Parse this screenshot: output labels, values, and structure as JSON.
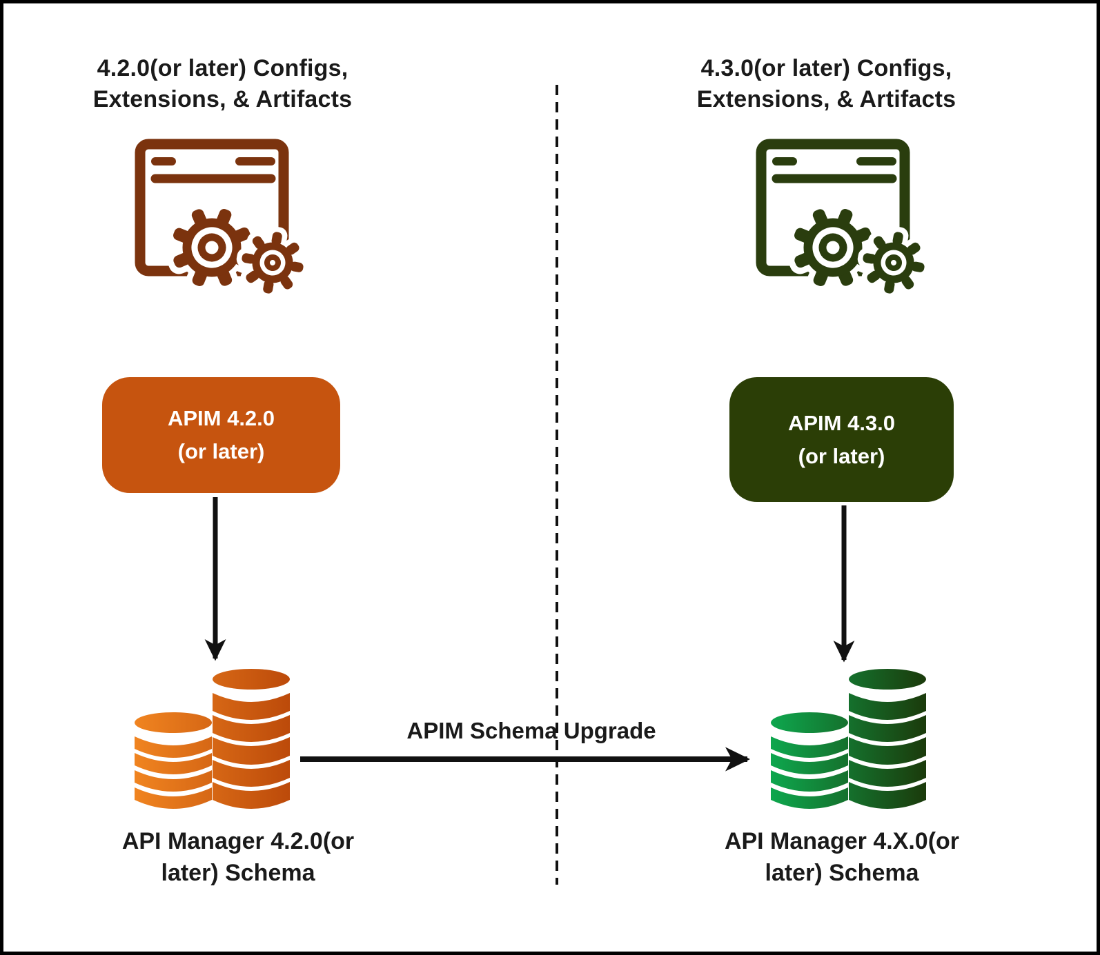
{
  "colors": {
    "left_accent": "#C6540F",
    "left_icon": "#7B330E",
    "left_db_start": "#F08420",
    "left_db_end": "#BC4A0A",
    "right_accent": "#2B3E06",
    "right_icon": "#2A3D0E",
    "right_db_start": "#0EA74E",
    "right_db_end": "#1B3A0B",
    "arrow": "#111111",
    "text": "#1A1A1A",
    "background": "#FFFFFF"
  },
  "left": {
    "header": {
      "line1": "4.2.0(or later) Configs,",
      "line2": "Extensions, & Artifacts"
    },
    "apim_box": {
      "line1": "APIM 4.2.0",
      "line2": "(or later)"
    },
    "schema_label": {
      "line1": "API Manager 4.2.0(or",
      "line2": "later) Schema"
    }
  },
  "right": {
    "header": {
      "line1": "4.3.0(or later) Configs,",
      "line2": "Extensions, & Artifacts"
    },
    "apim_box": {
      "line1": "APIM 4.3.0",
      "line2": "(or later)"
    },
    "schema_label": {
      "line1": "API Manager 4.X.0(or",
      "line2": "later) Schema"
    }
  },
  "center": {
    "upgrade_label": "APIM Schema Upgrade"
  },
  "icons": {
    "left_app": "browser-window-gears-icon",
    "right_app": "browser-window-gears-icon",
    "left_db": "database-stack-icon",
    "right_db": "database-stack-icon"
  }
}
